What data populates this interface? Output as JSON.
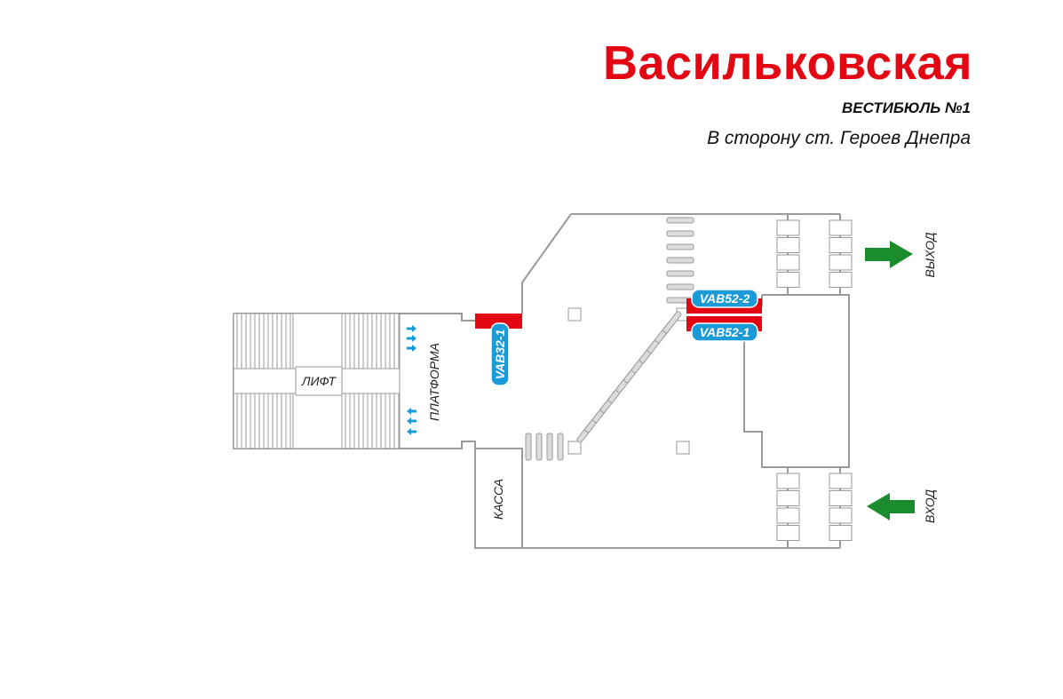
{
  "header": {
    "station_name": "Васильковская",
    "vestibule": "ВЕСТИБЮЛЬ №1",
    "direction": "В сторону ст. Героев Днепра"
  },
  "plan": {
    "labels": {
      "lift": "ЛИФТ",
      "platform": "ПЛАТФОРМА",
      "cashier": "КАССА",
      "exit": "ВЫХОД",
      "entrance": "ВХОД"
    },
    "equipment_tags": [
      "VAB32-1",
      "VAB52-2",
      "VAB52-1"
    ],
    "colors": {
      "title": "#e30613",
      "equipment": "#e30613",
      "tag": "#1a9ad6",
      "arrow": "#1a8c2e",
      "platform_arrows": "#1a9ad6"
    }
  }
}
